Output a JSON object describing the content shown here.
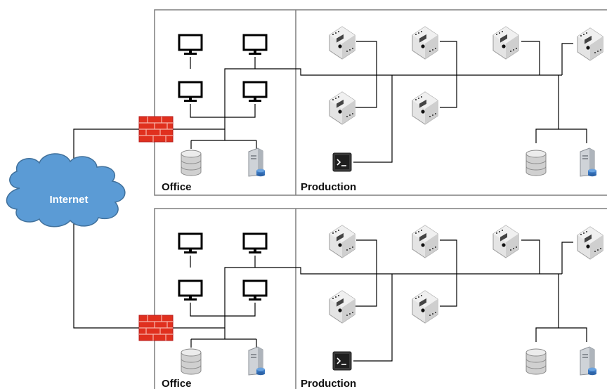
{
  "internet": {
    "label": "Internet"
  },
  "sites": [
    {
      "office_label": "Office",
      "production_label": "Production"
    },
    {
      "office_label": "Office",
      "production_label": "Production"
    }
  ],
  "icons": {
    "workstation": "monitor-icon",
    "firewall": "firewall-icon",
    "database": "database-icon",
    "server": "server-icon",
    "plc": "plc-controller-icon",
    "terminal": "terminal-icon",
    "cloud": "cloud-icon"
  },
  "colors": {
    "cloud_fill": "#5b9bd5",
    "cloud_stroke": "#41719c",
    "firewall_brick": "#e0301e",
    "zone_border": "#7f7f7f",
    "wire": "#000000"
  }
}
